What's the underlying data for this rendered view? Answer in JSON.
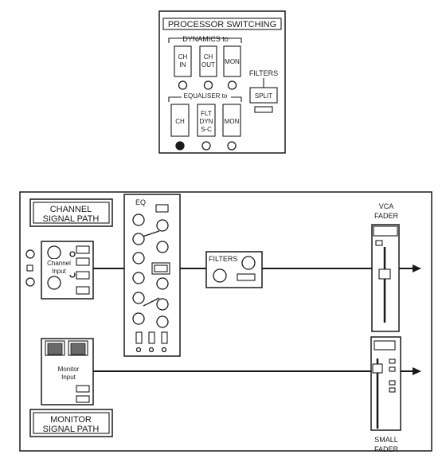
{
  "processor_switching": {
    "title": "PROCESSOR SWITCHING",
    "dynamics_label": "DYNAMICS to",
    "dynamics_buttons": [
      {
        "lines": [
          "CH",
          "IN"
        ]
      },
      {
        "lines": [
          "CH",
          "OUT"
        ]
      },
      {
        "lines": [
          "MON"
        ]
      }
    ],
    "filters_label": "FILTERS",
    "split_label": "SPLIT",
    "equaliser_label": "EQUALISER to",
    "equaliser_buttons": [
      {
        "lines": [
          "CH"
        ]
      },
      {
        "lines": [
          "FLT",
          "DYN",
          "S-C"
        ]
      },
      {
        "lines": [
          "MON"
        ]
      }
    ]
  },
  "signal_diagram": {
    "channel_path_label": [
      "CHANNEL",
      "SIGNAL PATH"
    ],
    "monitor_path_label": [
      "MONITOR",
      "SIGNAL PATH"
    ],
    "channel_input_label": [
      "Channel",
      "Input"
    ],
    "monitor_input_label": [
      "Monitor",
      "Input"
    ],
    "eq_label": "EQ",
    "filters_label": "FILTERS",
    "vca_fader_label": [
      "VCA",
      "FADER"
    ],
    "small_fader_label": [
      "SMALL",
      "FADER"
    ]
  }
}
